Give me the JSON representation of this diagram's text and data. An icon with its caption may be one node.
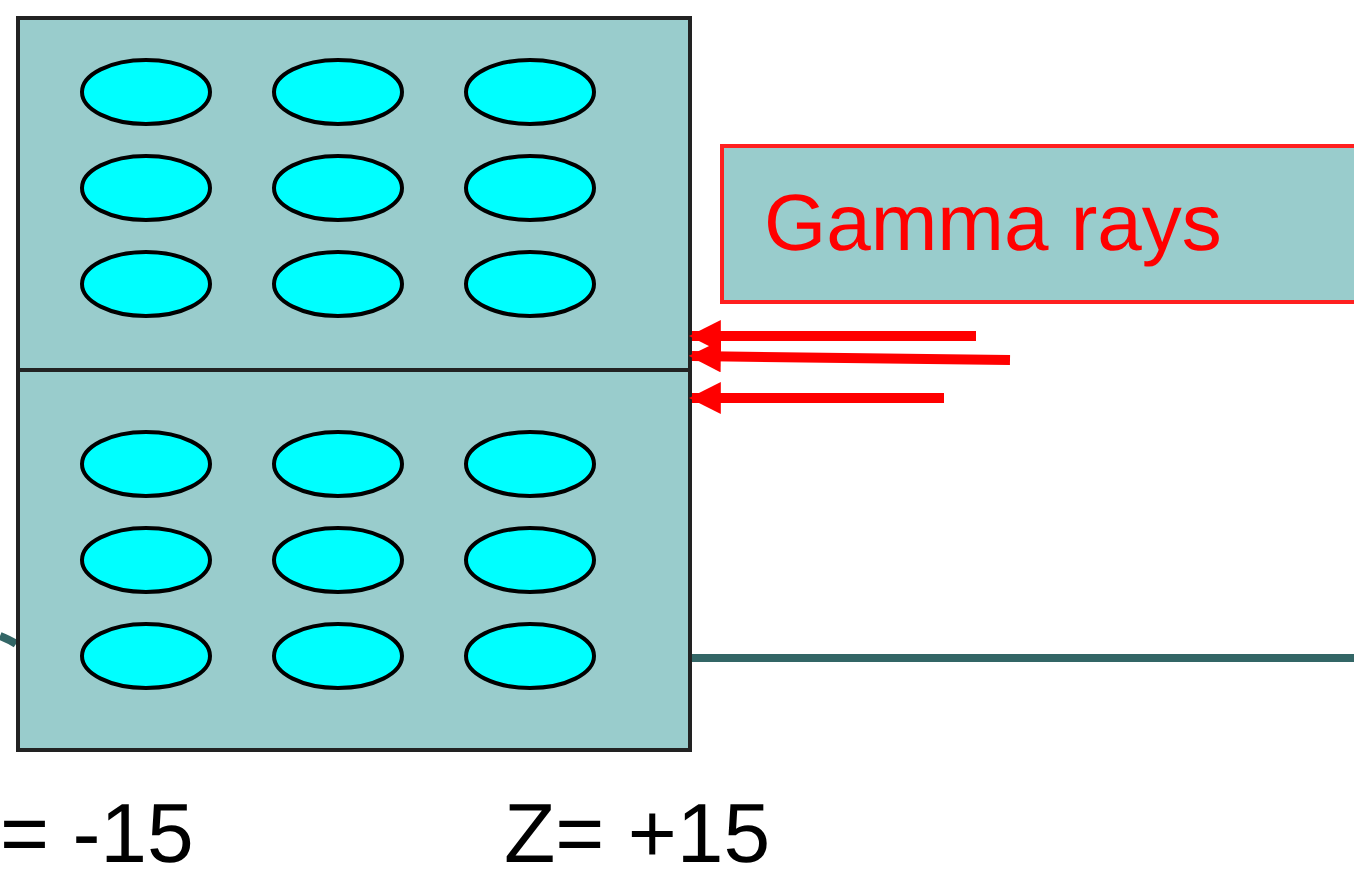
{
  "diagram": {
    "nodes": [
      {
        "text": [],
        "shape": "box"
      },
      {
        "text": [],
        "shape": "box"
      },
      {
        "text": [
          "Gamma rays"
        ]
      }
    ],
    "edges": [
      {
        "from": null,
        "to": 0,
        "arrow": "to"
      },
      {
        "from": null,
        "to": 0,
        "arrow": "to"
      },
      {
        "from": null,
        "to": 1,
        "arrow": "to"
      }
    ],
    "labels": [
      "= -15",
      "Z= +15"
    ]
  }
}
